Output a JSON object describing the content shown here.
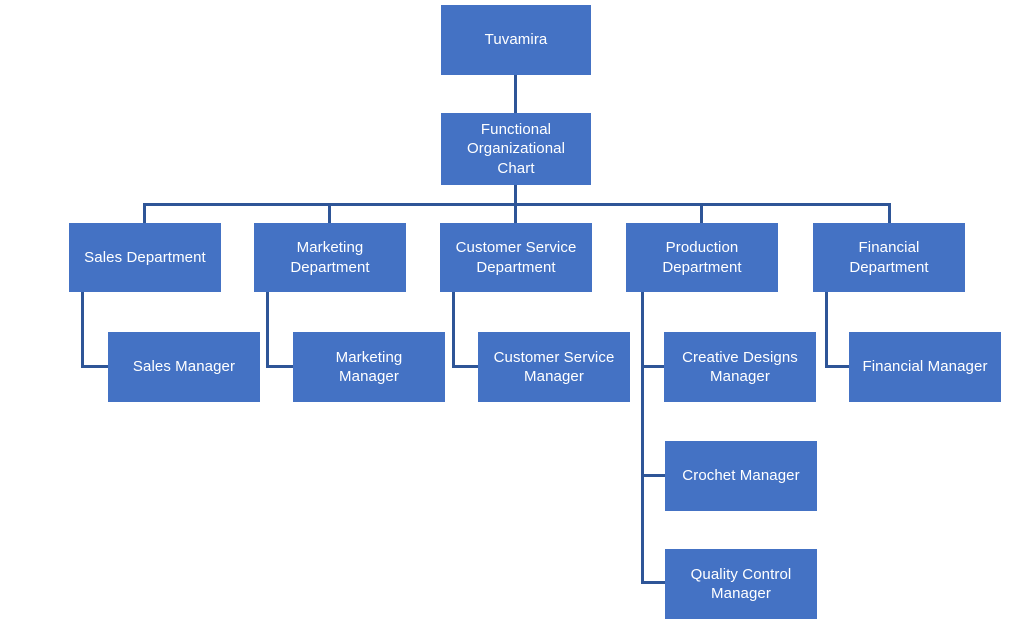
{
  "chart_data": {
    "type": "diagram",
    "title": "Functional Organizational Chart",
    "root": "Tuvamira",
    "accent_color": "#4472C4",
    "connector_color": "#2E5597",
    "text_color": "#FFFFFF",
    "background_color": "#FFFFFF",
    "levels": [
      {
        "level": 0,
        "nodes": [
          "Tuvamira"
        ]
      },
      {
        "level": 1,
        "nodes": [
          "Functional Organizational Chart"
        ]
      },
      {
        "level": 2,
        "nodes": [
          "Sales Department",
          "Marketing Department",
          "Customer Service Department",
          "Production Department",
          "Financial Department"
        ]
      },
      {
        "level": 3,
        "nodes": [
          "Sales Manager",
          "Marketing Manager",
          "Customer Service Manager",
          "Creative Designs Manager",
          "Crochet Manager",
          "Quality Control Manager",
          "Financial Manager"
        ]
      }
    ],
    "edges": [
      {
        "from": "Tuvamira",
        "to": "Functional Organizational Chart"
      },
      {
        "from": "Functional Organizational Chart",
        "to": "Sales Department"
      },
      {
        "from": "Functional Organizational Chart",
        "to": "Marketing Department"
      },
      {
        "from": "Functional Organizational Chart",
        "to": "Customer Service Department"
      },
      {
        "from": "Functional Organizational Chart",
        "to": "Production Department"
      },
      {
        "from": "Functional Organizational Chart",
        "to": "Financial Department"
      },
      {
        "from": "Sales Department",
        "to": "Sales Manager"
      },
      {
        "from": "Marketing Department",
        "to": "Marketing Manager"
      },
      {
        "from": "Customer Service Department",
        "to": "Customer Service Manager"
      },
      {
        "from": "Production Department",
        "to": "Creative Designs Manager"
      },
      {
        "from": "Production Department",
        "to": "Crochet Manager"
      },
      {
        "from": "Production Department",
        "to": "Quality Control Manager"
      },
      {
        "from": "Financial Department",
        "to": "Financial Manager"
      }
    ]
  },
  "nodes": {
    "root": {
      "label": "Tuvamira"
    },
    "subtitle": {
      "label": "Functional\nOrganizational\nChart"
    },
    "departments": [
      {
        "label": "Sales Department"
      },
      {
        "label": "Marketing\nDepartment"
      },
      {
        "label": "Customer Service\nDepartment"
      },
      {
        "label": "Production\nDepartment"
      },
      {
        "label": "Financial\nDepartment"
      }
    ],
    "managers": [
      {
        "label": "Sales Manager"
      },
      {
        "label": "Marketing\nManager"
      },
      {
        "label": "Customer Service\nManager"
      },
      {
        "label": "Creative Designs\nManager"
      },
      {
        "label": "Financial Manager"
      }
    ],
    "production_reports": [
      {
        "label": "Crochet Manager"
      },
      {
        "label": "Quality Control\nManager"
      }
    ]
  }
}
